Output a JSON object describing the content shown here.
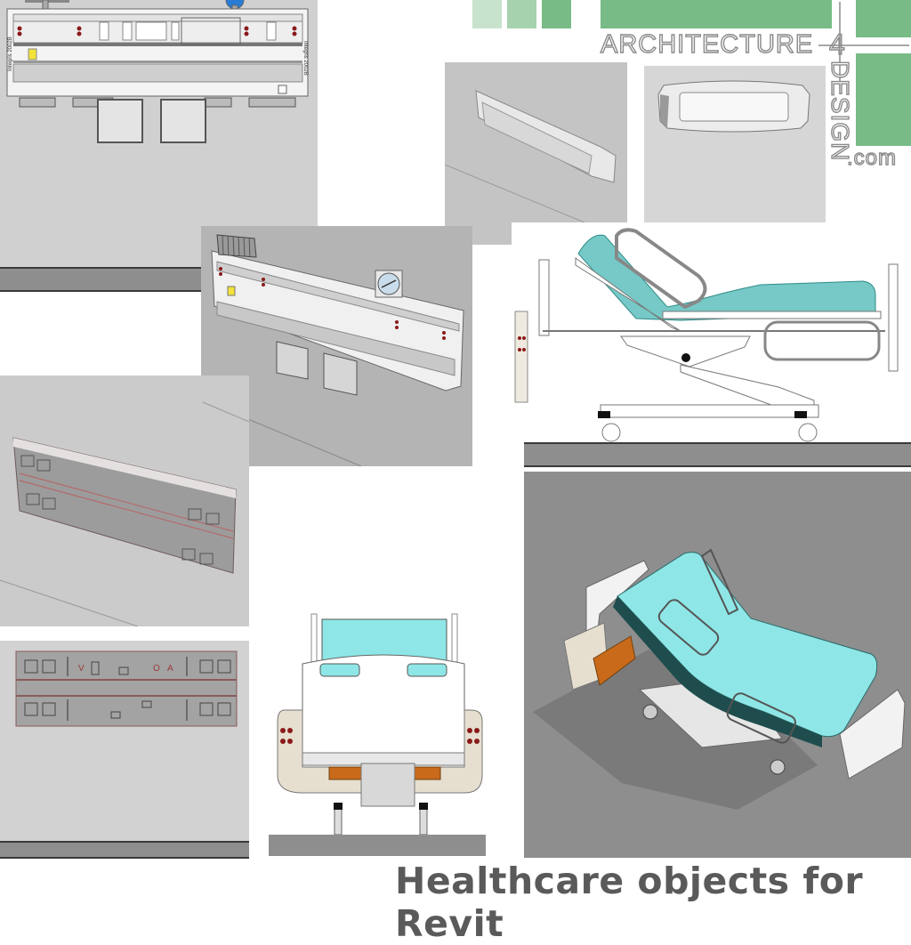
{
  "logo": {
    "line1": "ARCHITECTURE",
    "numeral": "4",
    "line2": "DESIGN",
    "suffix": ".com",
    "colors": {
      "light": "#c8e3cd",
      "mid": "#a6d2ae",
      "dark": "#78bb87"
    }
  },
  "caption": {
    "text": "Healthcare objects for Revit"
  },
  "panels": [
    {
      "id": "headwall-elevation",
      "label": "Bed head wall unit - front elevation",
      "side_label_left": "Integris 2002B",
      "side_label_right": "Integris 2002B"
    },
    {
      "id": "headwall-3d",
      "label": "Bed head wall unit - 3D view with basket and clock"
    },
    {
      "id": "wall-light-3d",
      "label": "Wall light fixture - 3D view"
    },
    {
      "id": "wall-light-elevation",
      "label": "Wall light fixture - elevation"
    },
    {
      "id": "bed-side-elevation",
      "label": "Hospital bed - side elevation"
    },
    {
      "id": "trunking-3d",
      "label": "Bedhead trunking - 3D view"
    },
    {
      "id": "trunking-elevation",
      "label": "Bedhead trunking - elevation",
      "markers": [
        "V",
        "O",
        "A"
      ]
    },
    {
      "id": "bed-end-elevation",
      "label": "Hospital bed - end elevation"
    },
    {
      "id": "bed-3d",
      "label": "Hospital bed - 3D view"
    }
  ],
  "colors": {
    "mattress": "#76c9c6",
    "mattress_light": "#8fe6e6",
    "mattress_dark": "#1f4d4d",
    "outlet_red": "#8a1a1a",
    "panel_gray": "#cfcfcf",
    "floor_gray": "#8e8e8e",
    "caption": "#5a5a5a"
  }
}
